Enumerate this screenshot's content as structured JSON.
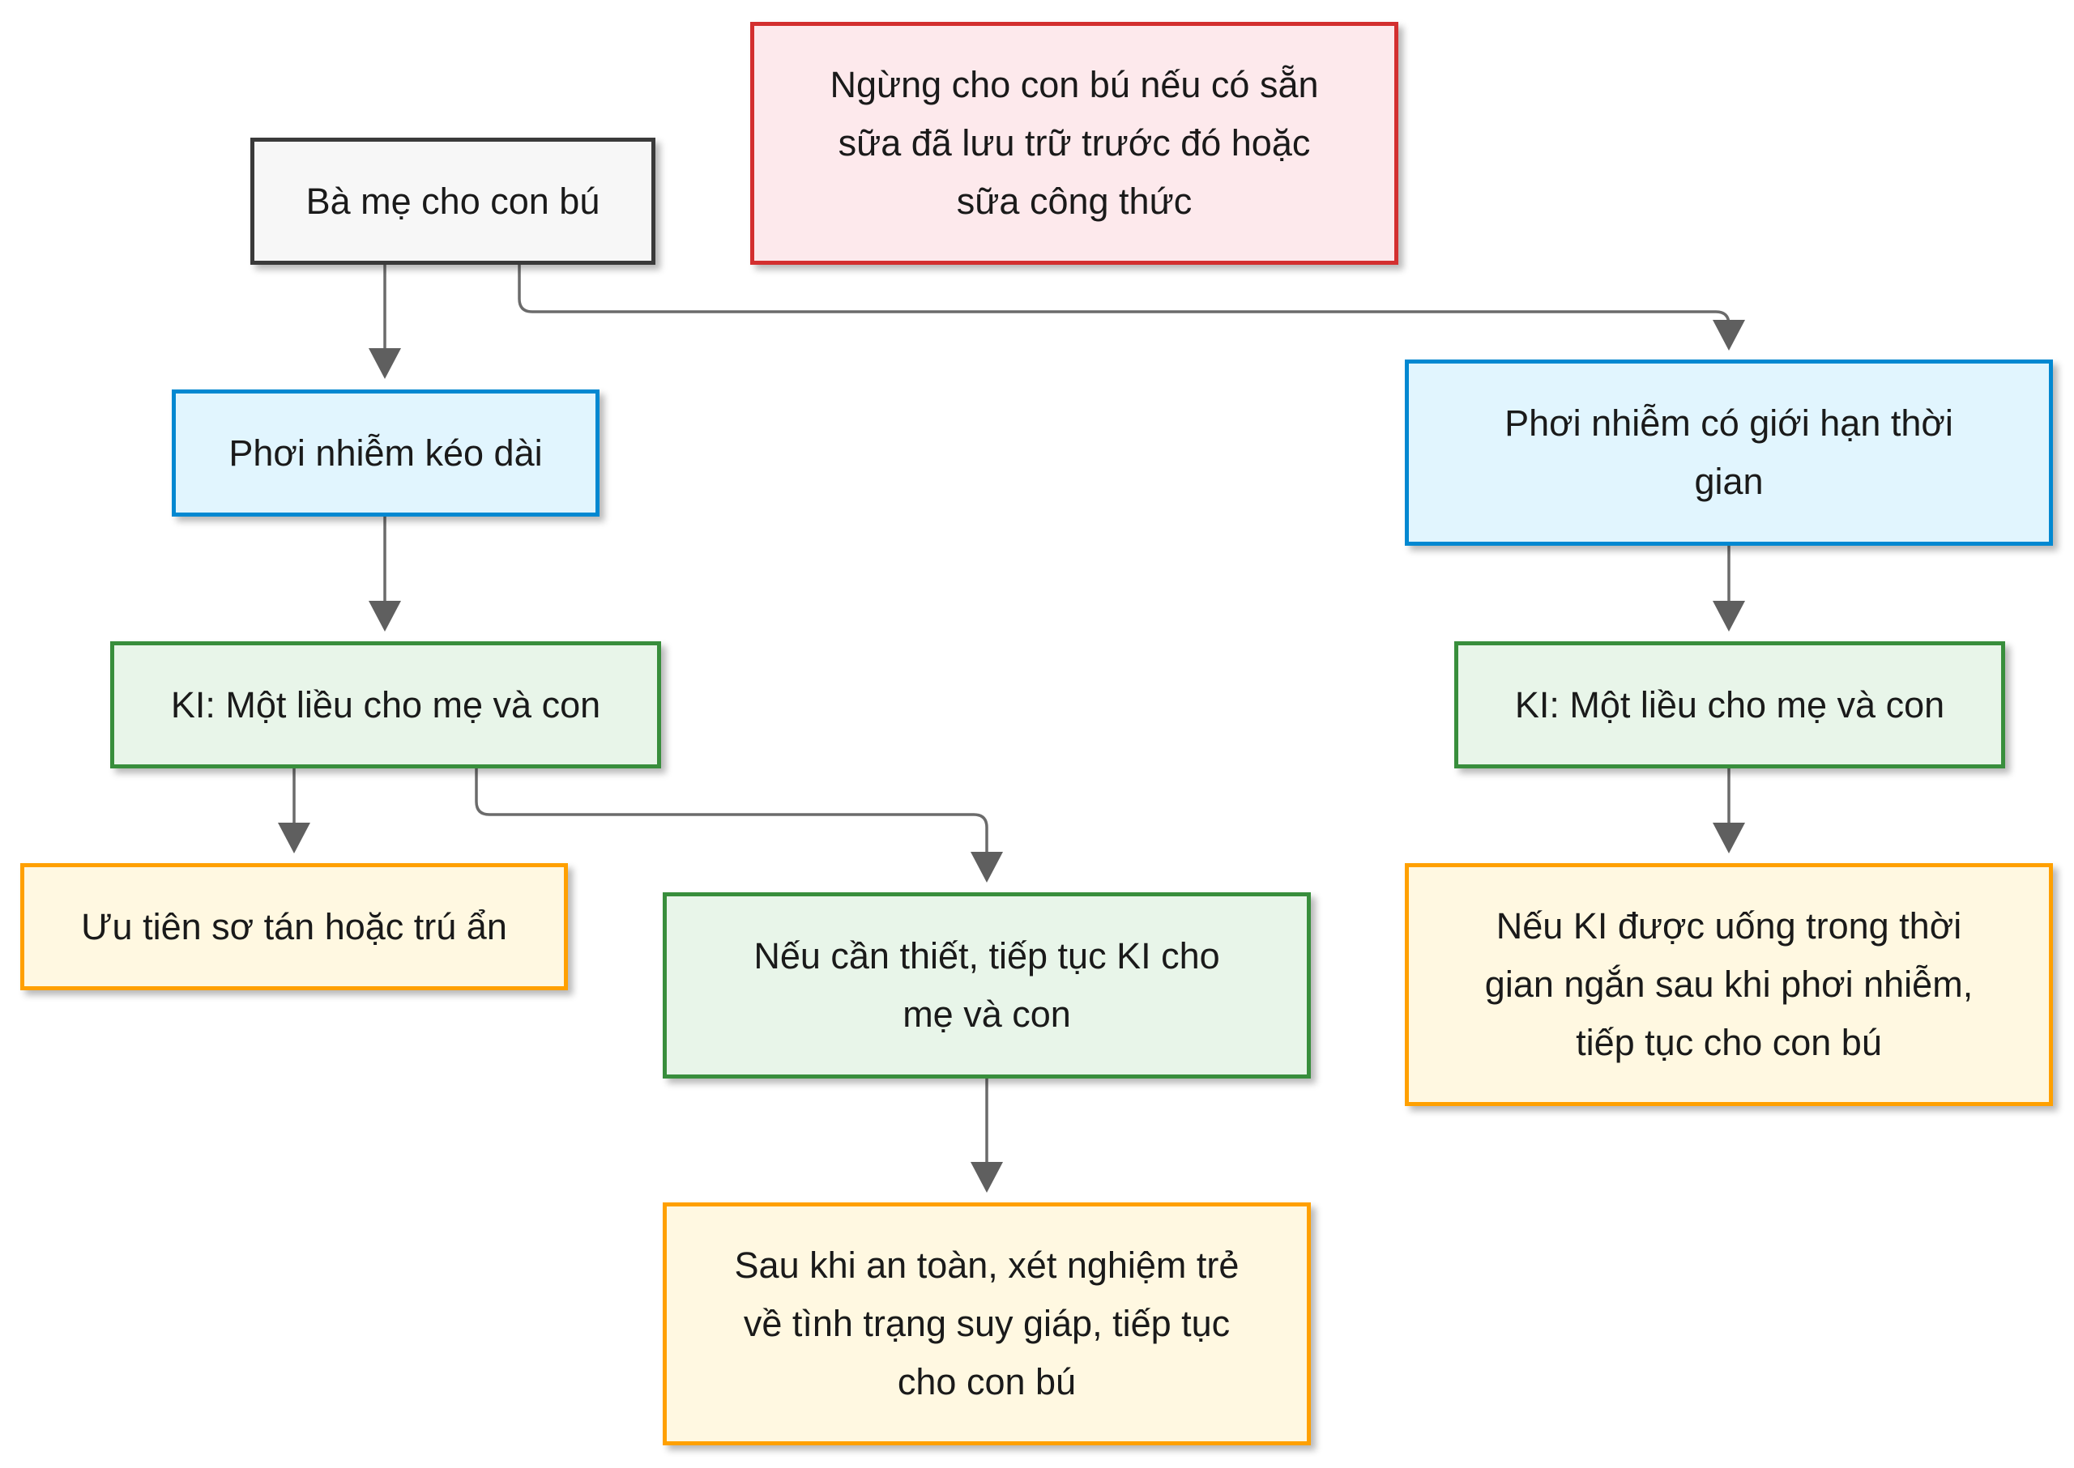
{
  "diagram": {
    "nodes": {
      "mother": "Bà mẹ cho con bú",
      "stop_feeding": "Ngừng cho con bú nếu có sẵn sữa đã lưu trữ trước đó hoặc sữa công thức",
      "prolonged_exposure": "Phơi nhiễm kéo dài",
      "limited_exposure": "Phơi nhiễm có giới hạn thời gian",
      "ki_single_left": "KI: Một liều cho mẹ và con",
      "ki_single_right": "KI: Một liều cho mẹ và con",
      "evacuation": "Ưu tiên sơ tán hoặc trú ẩn",
      "continue_ki": "Nếu cần thiết, tiếp tục KI cho mẹ và con",
      "short_ki": "Nếu KI được uống trong thời gian ngắn sau khi phơi nhiễm, tiếp tục cho con bú",
      "test_infant": "Sau khi an toàn, xét nghiệm trẻ về tình trạng suy giáp, tiếp tục cho con bú"
    },
    "colors": {
      "neutral_fill": "#f7f7f7",
      "neutral_border": "#3a3a3a",
      "red_fill": "#fde9ec",
      "red_border": "#d32f2f",
      "blue_fill": "#e1f5fe",
      "blue_border": "#0288d1",
      "green_fill": "#e8f5e9",
      "green_border": "#388e3c",
      "amber_fill": "#fff8e1",
      "amber_border": "#ffa000",
      "edge": "#6b6b6b"
    }
  }
}
